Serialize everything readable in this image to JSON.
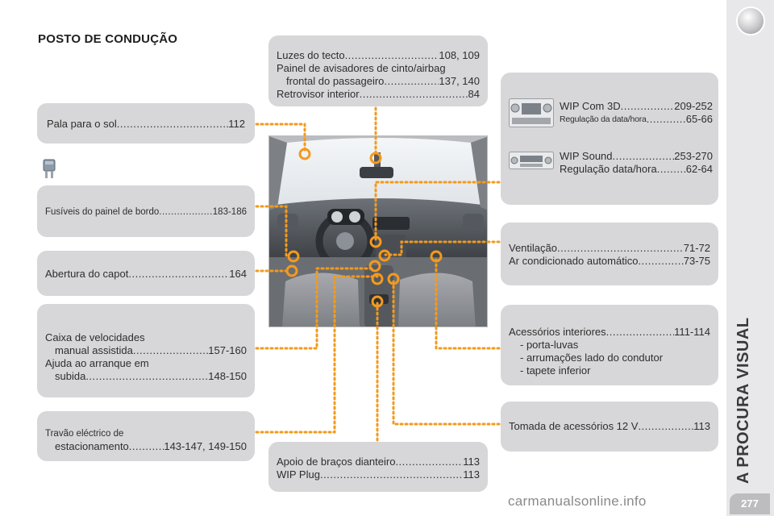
{
  "page": {
    "title": "POSTO DE CONDUÇÃO",
    "side_title": "A PROCURA VISUAL",
    "page_number": "277",
    "watermark": "carmanualsonline.info"
  },
  "boxes": {
    "sun_visor": {
      "label": "Pala para o sol",
      "pages": "112"
    },
    "fuses": {
      "label": "Fusíveis do painel de bordo",
      "pages": "183-186"
    },
    "bonnet": {
      "label": "Abertura do capot",
      "pages": "164"
    },
    "gearbox": {
      "line1": "Caixa de velocidades",
      "line2_label": "manual assistida",
      "line2_pages": "157-160",
      "line3": "Ajuda ao arranque em",
      "line4_label": "subida",
      "line4_pages": "148-150"
    },
    "parking_brake": {
      "line1": "Travão eléctrico de",
      "line2_label": "estacionamento",
      "line2_pages": "143-147, 149-150"
    },
    "ceiling": {
      "line1_label": "Luzes do tecto",
      "line1_pages": "108, 109",
      "line2": "Painel de avisadores de cinto/airbag",
      "line3_label": "frontal do passageiro",
      "line3_pages": "137, 140",
      "line4_label": "Retrovisor interior",
      "line4_pages": "84"
    },
    "armrest": {
      "line1_label": "Apoio de braços dianteiro",
      "line1_pages": "113",
      "line2_label": "WIP Plug",
      "line2_pages": "113"
    },
    "audio": {
      "com_label": "WIP Com 3D",
      "com_pages": "209-252",
      "com_sub_label": "Regulação da data/hora",
      "com_sub_pages": "65-66",
      "sound_label": "WIP Sound",
      "sound_pages": "253-270",
      "sound_sub_label": "Regulação data/hora",
      "sound_sub_pages": "62-64"
    },
    "ventilation": {
      "line1_label": "Ventilação",
      "line1_pages": "71-72",
      "line2_label": "Ar condicionado automático",
      "line2_pages": "73-75"
    },
    "accessories": {
      "line1_label": "Acessórios interiores",
      "line1_pages": "111-114",
      "items": [
        "porta-luvas",
        "arrumações lado do condutor",
        "tapete inferior"
      ]
    },
    "socket": {
      "label": "Tomada de acessórios 12 V",
      "pages": "113"
    }
  },
  "colors": {
    "box_bg": "#d7d7d9",
    "marker": "#f39a1e",
    "dotted_line": "#f39a1e"
  },
  "icons": {
    "fuse": "fuse-icon",
    "photo": "car-dashboard-photo",
    "audio_com": "wip-com-3d-unit-icon",
    "audio_sound": "wip-sound-unit-icon"
  }
}
